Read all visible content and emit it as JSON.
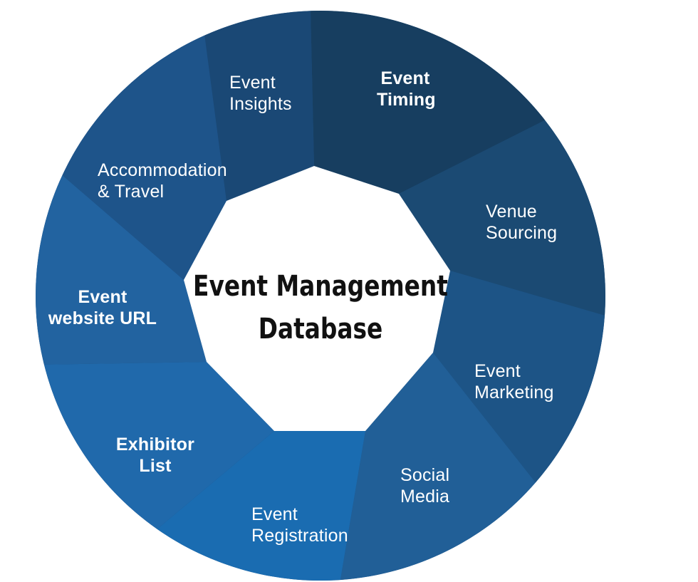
{
  "center": {
    "line1": "Event Management",
    "line2": "Database"
  },
  "segments": [
    {
      "id": "event-timing",
      "line1": "Event",
      "line2": "Timing",
      "color": "#173e60"
    },
    {
      "id": "venue-sourcing",
      "line1": "Venue",
      "line2": "Sourcing",
      "color": "#1b4a73"
    },
    {
      "id": "event-marketing",
      "line1": "Event",
      "line2": "Marketing",
      "color": "#1d5486"
    },
    {
      "id": "social-media",
      "line1": "Social",
      "line2": "Media",
      "color": "#215f97"
    },
    {
      "id": "event-registration",
      "line1": "Event",
      "line2": "Registration",
      "color": "#1a6cb1"
    },
    {
      "id": "exhibitor-list",
      "line1": "Exhibitor",
      "line2": "List",
      "color": "#2069ab"
    },
    {
      "id": "event-website-url",
      "line1": "Event",
      "line2": "website URL",
      "color": "#2263a0"
    },
    {
      "id": "accommodation-travel",
      "line1": "Accommodation",
      "line2": "& Travel",
      "color": "#1e548a"
    },
    {
      "id": "event-insights",
      "line1": "Event",
      "line2": "Insights",
      "color": "#1a4875"
    }
  ],
  "colors": {
    "ring_base": "#1c4f80",
    "center_fill": "#ffffff",
    "center_text": "#111111",
    "label_text": "#ffffff"
  }
}
